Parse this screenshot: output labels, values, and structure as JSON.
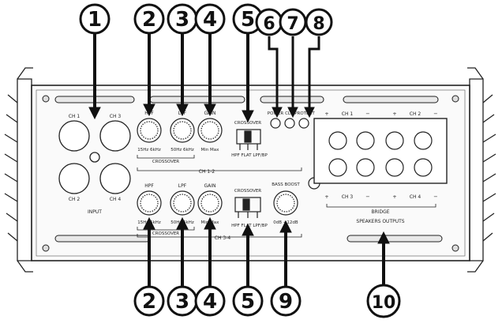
{
  "callouts": {
    "top": [
      "1",
      "2",
      "3",
      "4",
      "5",
      "6",
      "7",
      "8"
    ],
    "bottom": [
      "2",
      "3",
      "4",
      "5",
      "9",
      "10"
    ]
  },
  "input": {
    "ch1": "CH 1",
    "ch2": "CH 2",
    "ch3": "CH 3",
    "ch4": "CH 4",
    "label": "INPUT"
  },
  "controls_top": {
    "hpf": "HPF",
    "lpf": "LPF",
    "gain": "GAIN",
    "hpf_range": "15Hz 6kHz",
    "lpf_range": "50Hz 6kHz",
    "gain_range": "Min  Max",
    "crossover": "CROSSOVER",
    "channel": "CH 1-2",
    "switch_crossover": "CROSSOVER",
    "switch_options": "HPF FLAT LPF/BP"
  },
  "controls_bottom": {
    "hpf": "HPF",
    "lpf": "LPF",
    "gain": "GAIN",
    "hpf_range": "15Hz 6kHz",
    "lpf_range": "50Hz 6kHz",
    "gain_range": "Min  Max",
    "crossover": "CROSSOVER",
    "channel": "CH 3-4",
    "switch_crossover": "CROSSOVER",
    "switch_options": "HPF FLAT LPF/BP",
    "bass_boost": "BASS BOOST",
    "bass_range": "0dB  +12dB"
  },
  "leds": {
    "power": "POWER",
    "clip": "CLIP",
    "protect": "PROTECT"
  },
  "speakers": {
    "ch1": "CH 1",
    "ch2": "CH 2",
    "ch3": "CH 3",
    "ch4": "CH 4",
    "plus": "+",
    "minus": "−",
    "bridge": "BRIDGE",
    "outputs": "SPEAKERS OUTPUTS"
  }
}
